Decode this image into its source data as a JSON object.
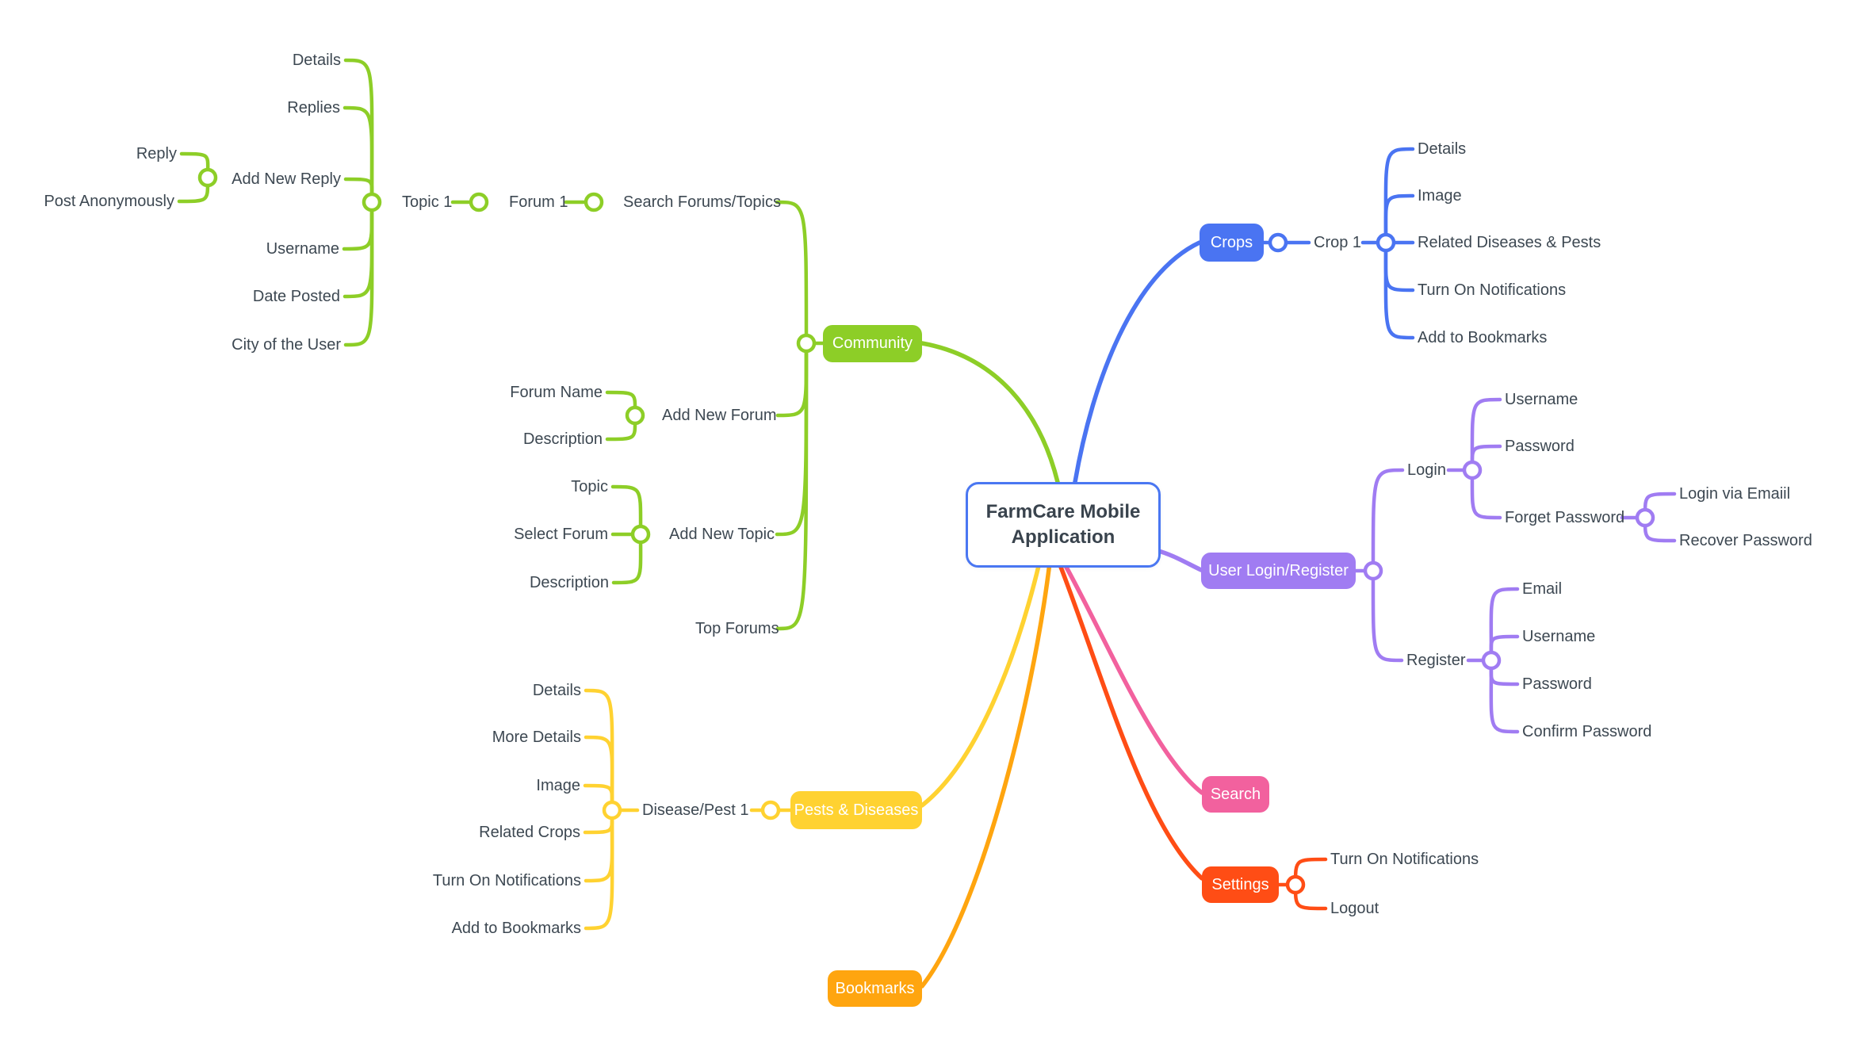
{
  "root": {
    "label": "FarmCare Mobile Application"
  },
  "colors": {
    "community_green": "#8DCE27",
    "crops_blue": "#4A74F2",
    "login_purple": "#A07CF2",
    "search_pink": "#F2619E",
    "settings_red": "#FF4D15",
    "pests_yellow": "#FFD231",
    "bookmarks_orange": "#FFA50F",
    "label_text": "#3D4852",
    "central_border": "#4A77F2"
  },
  "community": {
    "label": "Community",
    "search_forums_topics": {
      "label": "Search Forums/Topics",
      "forum1": {
        "label": "Forum 1",
        "topic1": {
          "label": "Topic 1",
          "details": "Details",
          "replies": "Replies",
          "add_new_reply": {
            "label": "Add New Reply",
            "reply": "Reply",
            "post_anonymously": "Post Anonymously"
          },
          "username": "Username",
          "date_posted": "Date Posted",
          "city_of_the_user": "City of the User"
        }
      }
    },
    "add_new_forum": {
      "label": "Add New Forum",
      "forum_name": "Forum Name",
      "description": "Description"
    },
    "add_new_topic": {
      "label": "Add New Topic",
      "topic": "Topic",
      "select_forum": "Select Forum",
      "description": "Description"
    },
    "top_forums": "Top Forums"
  },
  "crops": {
    "label": "Crops",
    "crop1": {
      "label": "Crop 1",
      "children": [
        "Details",
        "Image",
        "Related Diseases & Pests",
        "Turn On Notifications",
        "Add to Bookmarks"
      ]
    }
  },
  "user_login_register": {
    "label": "User Login/Register",
    "login": {
      "label": "Login",
      "username": "Username",
      "password": "Password",
      "forget_password": {
        "label": "Forget Password",
        "login_via_email": "Login via Emaiil",
        "recover_password": "Recover Password"
      }
    },
    "register": {
      "label": "Register",
      "children": [
        "Email",
        "Username",
        "Password",
        "Confirm Password"
      ]
    }
  },
  "search": {
    "label": "Search"
  },
  "settings": {
    "label": "Settings",
    "children": [
      "Turn On Notifications",
      "Logout"
    ]
  },
  "pests_diseases": {
    "label": "Pests & Diseases",
    "disease_pest1": {
      "label": "Disease/Pest 1",
      "children": [
        "Details",
        "More Details",
        "Image",
        "Related Crops",
        "Turn On Notifications",
        "Add to Bookmarks"
      ]
    }
  },
  "bookmarks": {
    "label": "Bookmarks"
  }
}
